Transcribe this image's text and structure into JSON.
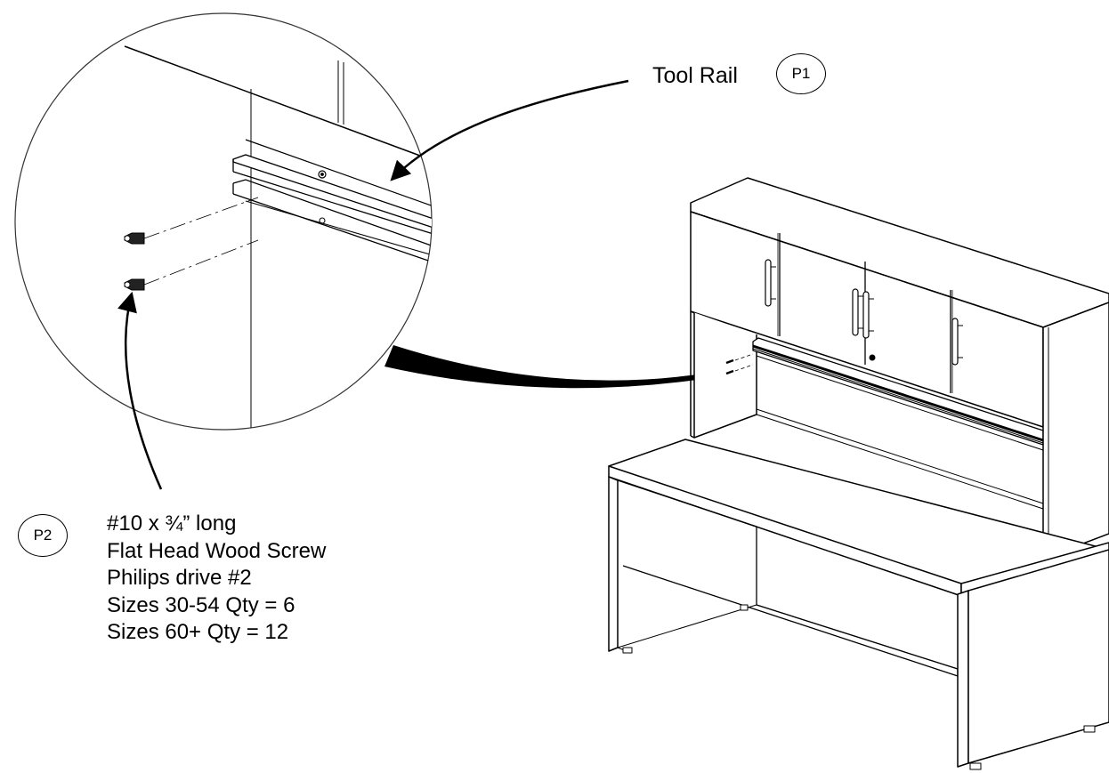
{
  "callouts": {
    "tool_rail": {
      "label": "Tool Rail",
      "part_id": "P1"
    },
    "screw": {
      "part_id": "P2",
      "lines": [
        "#10 x ¾” long",
        "Flat Head Wood Screw",
        "Philips drive #2",
        "Sizes 30-54 Qty = 6",
        "Sizes 60+ Qty = 12"
      ]
    }
  },
  "colors": {
    "ink": "#000000",
    "paper": "#ffffff",
    "detail_line": "#555555"
  },
  "icons": [
    "screw-icon",
    "handle-icon",
    "leader-arrow-icon",
    "zoom-beam-icon"
  ]
}
